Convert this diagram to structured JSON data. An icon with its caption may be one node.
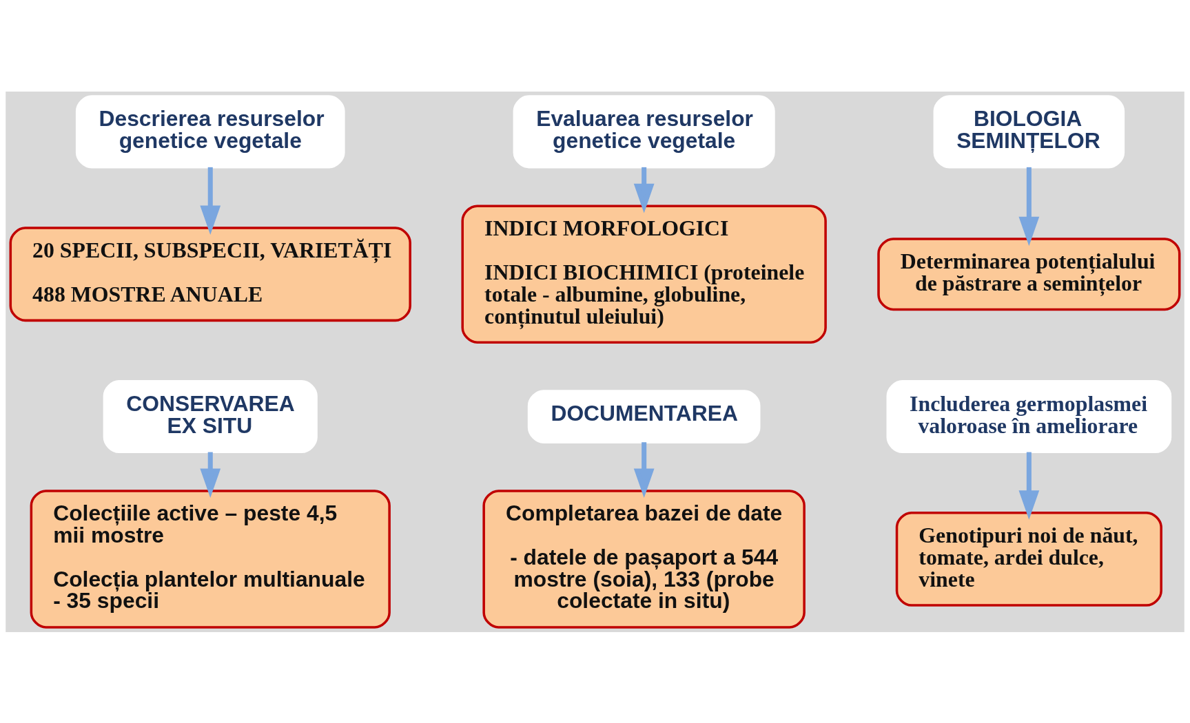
{
  "diagram": {
    "nodes": [
      {
        "text": [
          "Descrierea resurselor genetice vegetale"
        ]
      },
      {
        "text": [
          "20 SPECII, SUBSPECII, VARIETĂȚI",
          "488 MOSTRE ANUALE"
        ]
      },
      {
        "text": [
          "Evaluarea resurselor genetice vegetale"
        ]
      },
      {
        "text": [
          "INDICI MORFOLOGICI",
          "INDICI BIOCHIMICI (proteinele totale - albumine, globuline, conținutul uleiului)"
        ]
      },
      {
        "text": [
          "BIOLOGIA SEMINȚELOR"
        ]
      },
      {
        "text": [
          "Determinarea potențialului de păstrare a semințelor"
        ]
      },
      {
        "text": [
          "CONSERVAREA EX SITU"
        ]
      },
      {
        "text": [
          "Colecțiile active – peste 4,5 mii mostre",
          "Colecția plantelor multianuale - 35 specii"
        ]
      },
      {
        "text": [
          "DOCUMENTAREA"
        ]
      },
      {
        "text": [
          "Completarea bazei de date",
          "- datele de pașaport a 544 mostre (soia), 133 (probe colectate in situ)"
        ]
      },
      {
        "text": [
          "Includerea germoplasmei valoroase în ameliorare"
        ]
      },
      {
        "text": [
          "Genotipuri noi de năut, tomate, ardei dulce, vinete"
        ]
      }
    ],
    "edges": [
      {
        "from": 0,
        "to": 1,
        "arrow": "to"
      },
      {
        "from": 2,
        "to": 3,
        "arrow": "to"
      },
      {
        "from": 4,
        "to": 5,
        "arrow": "to"
      },
      {
        "from": 6,
        "to": 7,
        "arrow": "to"
      },
      {
        "from": 8,
        "to": 9,
        "arrow": "to"
      },
      {
        "from": 10,
        "to": 11,
        "arrow": "to"
      }
    ]
  }
}
